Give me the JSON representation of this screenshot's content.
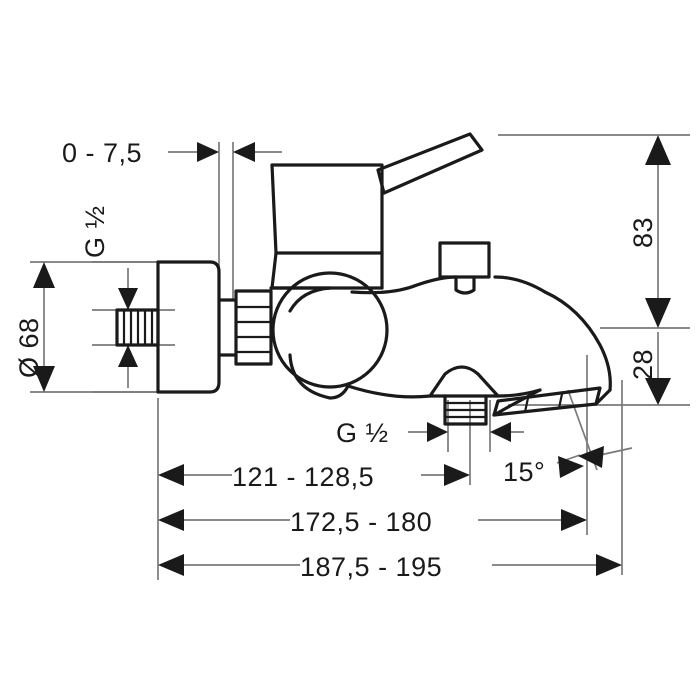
{
  "drawing": {
    "title": "Bath mixer technical dimension drawing",
    "type": "technical-line-drawing",
    "background_color": "#ffffff",
    "line_color": "#1a1a1a",
    "dimension_line_color": "#7a7a7a",
    "units": "mm"
  },
  "dimensions": {
    "wall_offset": "0 - 7,5",
    "escutcheon_diameter": "Ø 68",
    "inlet_thread": "G ½",
    "outlet_thread": "G ½",
    "spout_height": "83",
    "spout_tip_height": "28",
    "inlet_to_outlet": "121 - 128,5",
    "wall_to_spout_mid": "172,5 - 180",
    "wall_to_spout_end": "187,5 - 195",
    "spout_angle": "15°"
  },
  "labels": [
    {
      "id": "wall-offset",
      "text": "0 - 7,5",
      "rotated": false
    },
    {
      "id": "inlet-thread",
      "text": "G ½",
      "rotated": true
    },
    {
      "id": "escutcheon-diameter",
      "text": "Ø 68",
      "rotated": true
    },
    {
      "id": "spout-height",
      "text": "83",
      "rotated": true
    },
    {
      "id": "spout-tip-height",
      "text": "28",
      "rotated": true
    },
    {
      "id": "outlet-thread",
      "text": "G ½",
      "rotated": false
    },
    {
      "id": "inlet-to-outlet",
      "text": "121 - 128,5",
      "rotated": false
    },
    {
      "id": "wall-to-spout-mid",
      "text": "172,5 - 180",
      "rotated": false
    },
    {
      "id": "wall-to-spout-end",
      "text": "187,5 - 195",
      "rotated": false
    },
    {
      "id": "spout-angle",
      "text": "15°",
      "rotated": false
    }
  ],
  "components": {
    "escutcheon": "wall-escutcheon",
    "inlet_nipple": "threaded-inlet-nipple",
    "hex_nut": "hex-coupling-nut",
    "body": "mixer-body",
    "lever": "lever-handle",
    "diverter_knob": "diverter-knob",
    "shower_outlet": "hand-shower-outlet",
    "spout": "bath-spout",
    "aerator": "spout-aerator"
  }
}
